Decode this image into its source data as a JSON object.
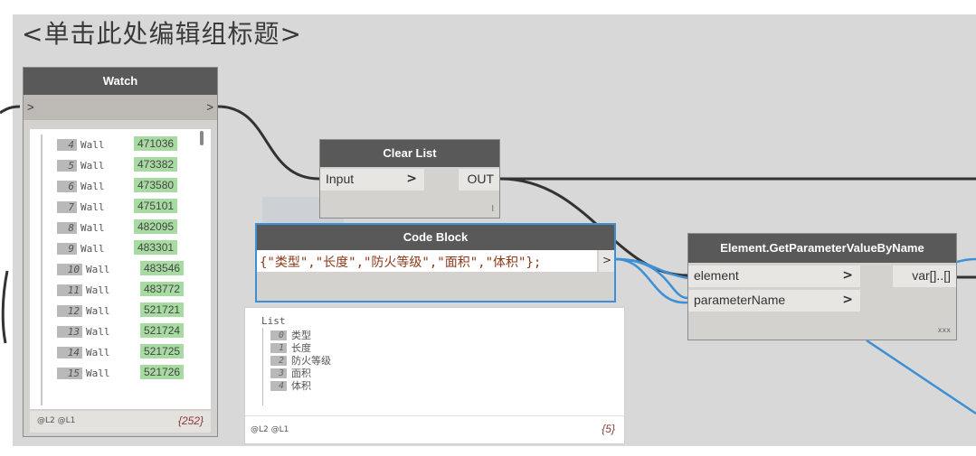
{
  "group_title": "<单击此处编辑组标题>",
  "watch": {
    "title": "Watch",
    "in_port": ">",
    "out_port": ">",
    "rows": [
      {
        "index": "4",
        "name": "Wall",
        "value": "471036"
      },
      {
        "index": "5",
        "name": "Wall",
        "value": "473382"
      },
      {
        "index": "6",
        "name": "Wall",
        "value": "473580"
      },
      {
        "index": "7",
        "name": "Wall",
        "value": "475101"
      },
      {
        "index": "8",
        "name": "Wall",
        "value": "482095"
      },
      {
        "index": "9",
        "name": "Wall",
        "value": "483301"
      },
      {
        "index": "10",
        "name": "Wall",
        "value": "483546"
      },
      {
        "index": "11",
        "name": "Wall",
        "value": "483772"
      },
      {
        "index": "12",
        "name": "Wall",
        "value": "521721"
      },
      {
        "index": "13",
        "name": "Wall",
        "value": "521724"
      },
      {
        "index": "14",
        "name": "Wall",
        "value": "521725"
      },
      {
        "index": "15",
        "name": "Wall",
        "value": "521726"
      }
    ],
    "levels": "@L2 @L1",
    "count": "{252}"
  },
  "clear_list": {
    "title": "Clear List",
    "input_label": "Input",
    "input_chevron": ">",
    "output_label": "OUT",
    "lacing": "l"
  },
  "code_block": {
    "title": "Code Block",
    "code": "{\"类型\",\"长度\",\"防火等级\",\"面积\",\"体积\"};",
    "out_port": ">"
  },
  "code_preview": {
    "header": "List",
    "items": [
      {
        "index": "0",
        "value": "类型"
      },
      {
        "index": "1",
        "value": "长度"
      },
      {
        "index": "2",
        "value": "防火等级"
      },
      {
        "index": "3",
        "value": "面积"
      },
      {
        "index": "4",
        "value": "体积"
      }
    ],
    "levels": "@L2 @L1",
    "count": "{5}"
  },
  "get_param": {
    "title": "Element.GetParameterValueByName",
    "inputs": [
      {
        "label": "element",
        "chevron": ">"
      },
      {
        "label": "parameterName",
        "chevron": ">"
      }
    ],
    "output_label": "var[]..[]",
    "lacing": "xxx"
  },
  "colors": {
    "group_bg": "#d8d8d8",
    "node_header": "#595959",
    "node_body": "#d4d2cf",
    "selected_border": "#3d8fd6",
    "value_green": "#a8dba2",
    "wire_dark": "#333333",
    "wire_blue": "#3d8fd6"
  }
}
